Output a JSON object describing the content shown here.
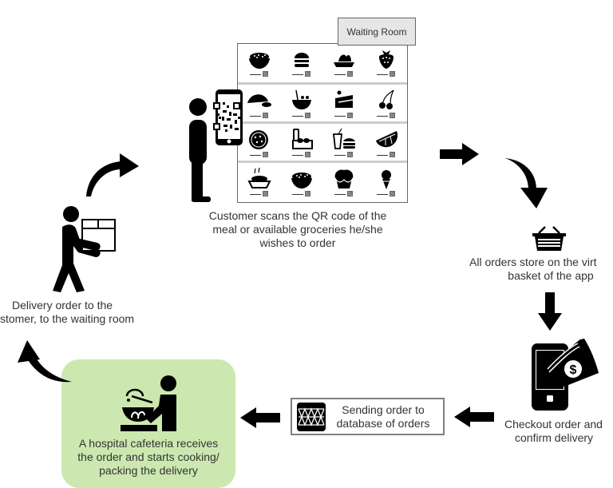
{
  "waiting_room": {
    "label": "Waiting Room"
  },
  "menu": {
    "rows": [
      [
        {
          "icon": "rice-bowl-icon"
        },
        {
          "icon": "burger-icon"
        },
        {
          "icon": "dish-icon"
        },
        {
          "icon": "strawberry-icon"
        }
      ],
      [
        {
          "icon": "tacos-icon"
        },
        {
          "icon": "salad-bowl-icon"
        },
        {
          "icon": "cake-slice-icon"
        },
        {
          "icon": "cherries-icon"
        }
      ],
      [
        {
          "icon": "pizza-icon"
        },
        {
          "icon": "groceries-icon"
        },
        {
          "icon": "drink-burger-icon"
        },
        {
          "icon": "citrus-slice-icon"
        }
      ],
      [
        {
          "icon": "noodles-icon"
        },
        {
          "icon": "rice-bowl-icon"
        },
        {
          "icon": "cupcake-icon"
        },
        {
          "icon": "ice-cream-icon"
        }
      ]
    ]
  },
  "steps": {
    "scan": {
      "icon": "customer-scanning-qr-icon",
      "lines": [
        "Customer scans the QR code of the",
        "meal or available groceries  he/she",
        "wishes to order"
      ]
    },
    "basket": {
      "icon": "basket-icon",
      "lines": [
        "All orders store on the virt",
        "basket of the app"
      ]
    },
    "checkout": {
      "icon": "mobile-payment-icon",
      "lines": [
        "Checkout order and",
        "confirm delivery"
      ]
    },
    "sending": {
      "icon": "database-icon",
      "lines": [
        "Sending order to",
        "database of orders"
      ]
    },
    "cafeteria": {
      "icon": "cook-icon",
      "lines": [
        "A hospital cafeteria receives",
        "the order and starts cooking/",
        "packing the delivery"
      ],
      "background": "#cce8b0"
    },
    "delivery": {
      "icon": "delivery-person-icon",
      "lines": [
        "Delivery order to the",
        "stomer, to the waiting room"
      ]
    }
  }
}
